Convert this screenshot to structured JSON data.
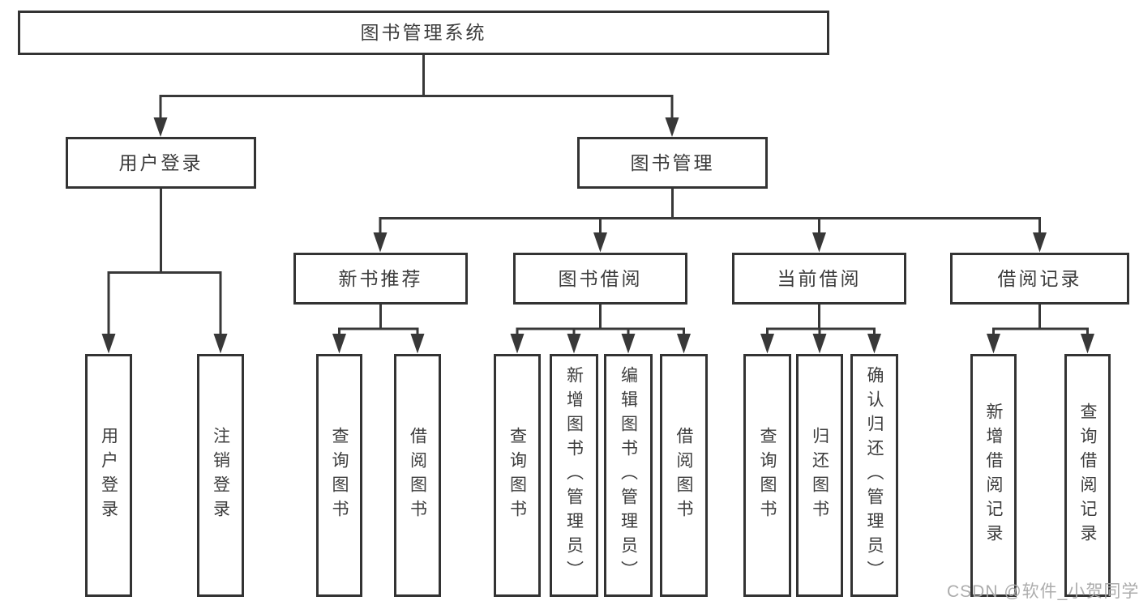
{
  "colors": {
    "line": "#383838",
    "box_border": "#333333",
    "text": "#3d3d3d",
    "watermark": "#a8a8a8",
    "background": "#ffffff"
  },
  "tree": {
    "root": {
      "label": "图书管理系统"
    },
    "branches": [
      {
        "label": "用户登录",
        "children": [
          {
            "label": "用户登录"
          },
          {
            "label": "注销登录"
          }
        ]
      },
      {
        "label": "图书管理",
        "children": [
          {
            "label": "新书推荐",
            "children": [
              {
                "label": "查询图书"
              },
              {
                "label": "借阅图书"
              }
            ]
          },
          {
            "label": "图书借阅",
            "children": [
              {
                "label": "查询图书"
              },
              {
                "label": "新增图书（管理员）"
              },
              {
                "label": "编辑图书（管理员）"
              },
              {
                "label": "借阅图书"
              }
            ]
          },
          {
            "label": "当前借阅",
            "children": [
              {
                "label": "查询图书"
              },
              {
                "label": "归还图书"
              },
              {
                "label": "确认归还（管理员）"
              }
            ]
          },
          {
            "label": "借阅记录",
            "children": [
              {
                "label": "新增借阅记录"
              },
              {
                "label": "查询借阅记录"
              }
            ]
          }
        ]
      }
    ]
  },
  "watermark": {
    "text": "CSDN @软件_小贺同学"
  }
}
